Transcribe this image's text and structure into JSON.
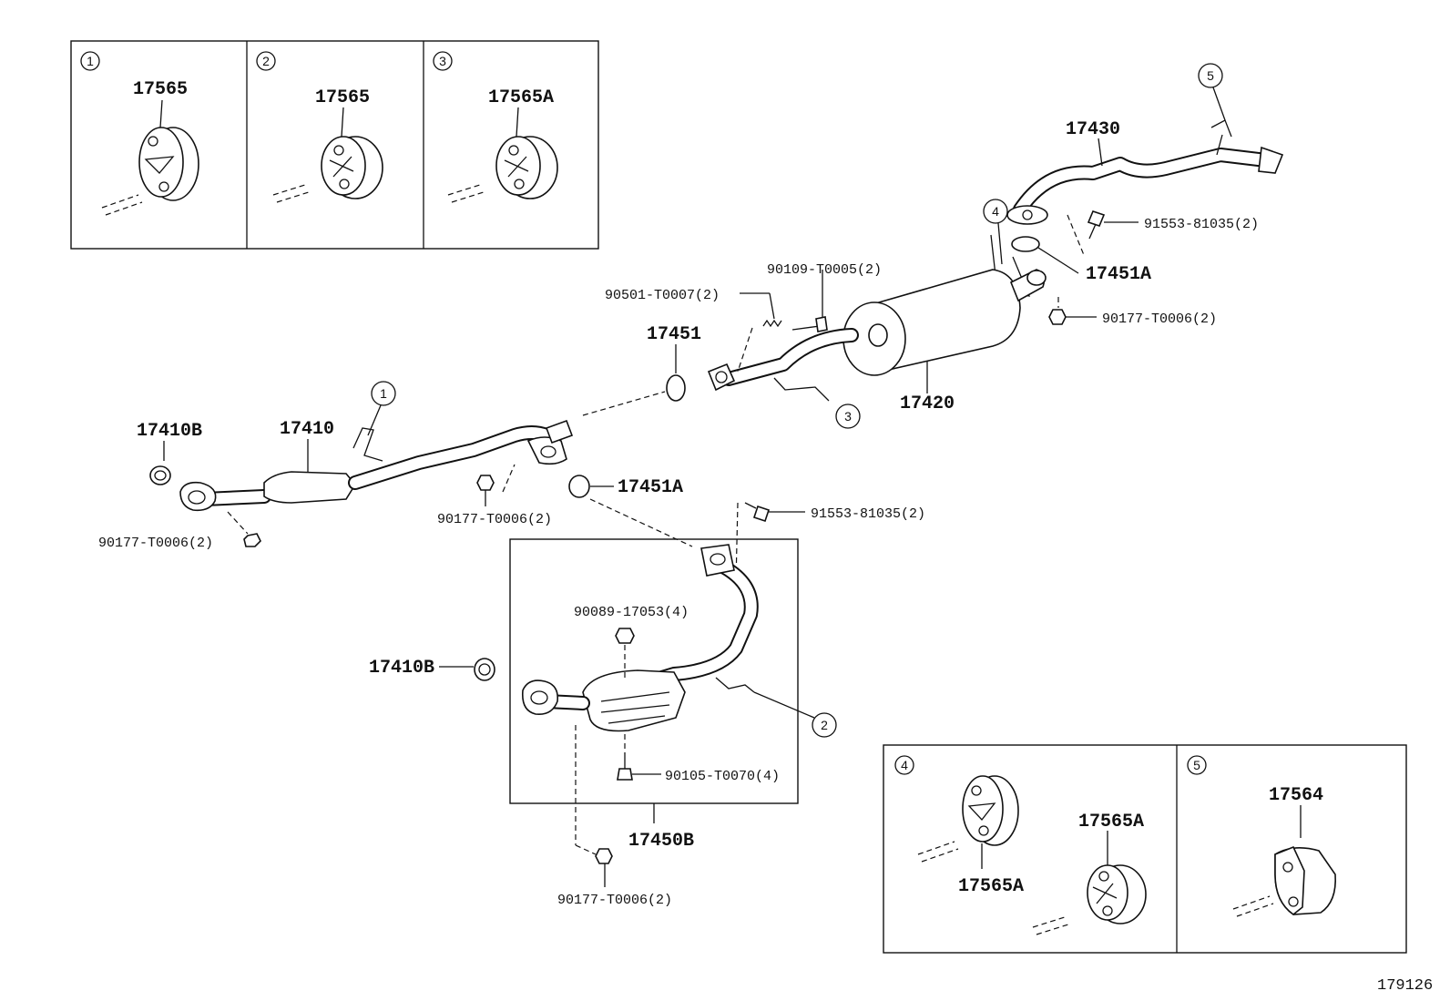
{
  "inset_1": {
    "circle": "1",
    "part": "17565"
  },
  "inset_2": {
    "circle": "2",
    "part": "17565"
  },
  "inset_3": {
    "circle": "3",
    "part": "17565A"
  },
  "inset_4": {
    "circle": "4",
    "part_a": "17565A",
    "part_b": "17565A"
  },
  "inset_5": {
    "circle": "5",
    "part": "17564"
  },
  "callouts": {
    "c1": "1",
    "c2": "2",
    "c3": "3",
    "c4": "4",
    "c5": "5"
  },
  "parts": {
    "p17430": "17430",
    "p91553_top": "91553-81035(2)",
    "p17451A_top": "17451A",
    "p90177_top": "90177-T0006(2)",
    "p90109": "90109-T0005(2)",
    "p90501": "90501-T0007(2)",
    "p17420": "17420",
    "p17451": "17451",
    "p17410B_top": "17410B",
    "p17410": "17410",
    "p90177_left": "90177-T0006(2)",
    "p90177_mid": "90177-T0006(2)",
    "p17451A_mid": "17451A",
    "p91553_mid": "91553-81035(2)",
    "p90089": "90089-17053(4)",
    "p17410B_bot": "17410B",
    "p90105": "90105-T0070(4)",
    "p17450B": "17450B",
    "p90177_bot": "90177-T0006(2)"
  },
  "footer_id": "179126"
}
